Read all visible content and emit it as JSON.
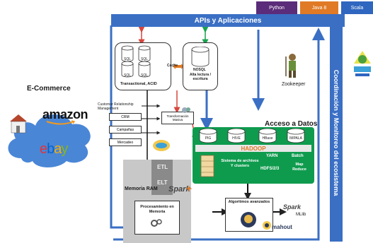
{
  "top_tags": {
    "python": "Python",
    "java": "Java 8",
    "scala": "Scala"
  },
  "apis": {
    "label": "APIs y Aplicaciones"
  },
  "side_bar": {
    "label": "Coordinación y Monitoreo del ecosistema"
  },
  "ecommerce": {
    "title": "E-Commerce",
    "amazon": "amazon",
    "ebay": "ebay"
  },
  "crm_section": {
    "title": "Customer Relationship Management",
    "items": [
      "CRM",
      "Campañas",
      "Mercadeo"
    ]
  },
  "sql_box": {
    "cylinders": [
      "SQL",
      "SQL",
      "SQL",
      "SQL"
    ],
    "caption": "Transactional, ACID"
  },
  "cache": {
    "label": "Cache"
  },
  "nosql_box": {
    "cylinder": "NOSQL",
    "caption": "Alta lectura / escritura"
  },
  "zookeeper": {
    "label": "Zookeeper"
  },
  "transform": {
    "label": "Transformación Masiva"
  },
  "hadoop": {
    "title": "Acceso a Datos",
    "tools": [
      "PIG",
      "HIVE",
      "HBase",
      "IMPALA"
    ],
    "band": "HADOOP",
    "yarn": "YARN",
    "batch": "Batch",
    "files": "Sistema de archivos Y clusters",
    "hdfs": "HDFS/2/3",
    "mapreduce": "Map Reduce"
  },
  "etl": {
    "top": "ETL",
    "bottom": "ELT"
  },
  "spark": {
    "label": "Spark",
    "mllib": "MLlib"
  },
  "ram": {
    "title": "Memoria RAM",
    "process": "Procesamiento en Memoria"
  },
  "algorithms": {
    "label": "Algoritmos avanzados"
  },
  "mahout": {
    "label": "mahout"
  },
  "colors": {
    "blue": "#3a6fc4",
    "green": "#0f9b4e",
    "python": "#5b2c7a",
    "java": "#e07a26",
    "scala": "#2f66c0",
    "cloud": "#4a86d6",
    "gray": "#c8c8c8"
  }
}
